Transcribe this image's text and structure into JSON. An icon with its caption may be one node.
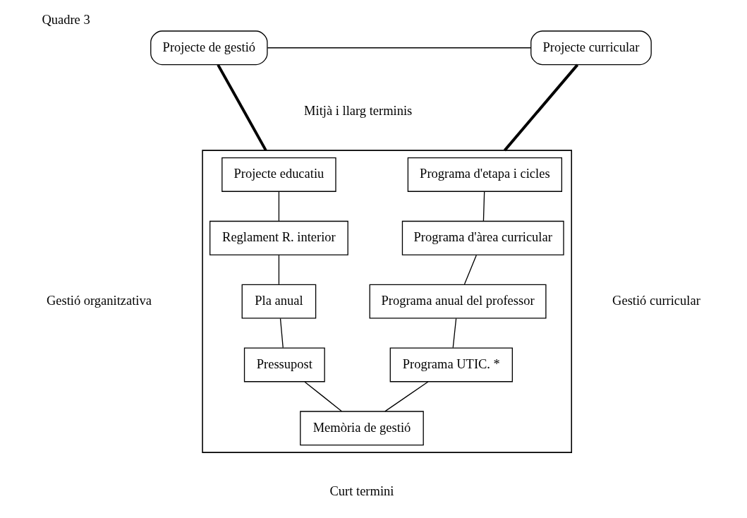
{
  "diagram": {
    "title": "Quadre 3",
    "nodes": [
      {
        "text": [
          "Projecte de gestió"
        ]
      },
      {
        "text": [
          "Projecte curricular"
        ]
      },
      {
        "text": [],
        "shape": "box"
      },
      {
        "text": [
          "Projecte educatiu"
        ],
        "in": 2
      },
      {
        "text": [
          "Programa d'etapa i cicles"
        ],
        "in": 2
      },
      {
        "text": [
          "Reglament R. interior"
        ],
        "in": 2
      },
      {
        "text": [
          "Programa d'àrea curricular"
        ],
        "in": 2
      },
      {
        "text": [
          "Pla anual"
        ],
        "in": 2
      },
      {
        "text": [
          "Programa anual del professor"
        ],
        "in": 2
      },
      {
        "text": [
          "Pressupost"
        ],
        "in": 2
      },
      {
        "text": [
          "Programa UTIC. *"
        ],
        "in": 2
      },
      {
        "text": [
          "Memòria de gestió"
        ],
        "in": 2
      }
    ],
    "edges": [
      {
        "from": 0,
        "to": 1,
        "arrow": "none"
      },
      {
        "from": 0,
        "to": 2,
        "arrow": "none",
        "style": "thick"
      },
      {
        "from": 1,
        "to": 2,
        "arrow": "none",
        "style": "thick"
      },
      {
        "from": 3,
        "to": 5,
        "arrow": "none"
      },
      {
        "from": 5,
        "to": 7,
        "arrow": "none"
      },
      {
        "from": 7,
        "to": 9,
        "arrow": "none"
      },
      {
        "from": 9,
        "to": 11,
        "arrow": "none"
      },
      {
        "from": 4,
        "to": 6,
        "arrow": "none"
      },
      {
        "from": 6,
        "to": 8,
        "arrow": "none"
      },
      {
        "from": 8,
        "to": 10,
        "arrow": "none"
      },
      {
        "from": 10,
        "to": 11,
        "arrow": "none"
      }
    ],
    "labels": [
      "Mitjà i llarg terminis",
      "Gestió organitzativa",
      "Gestió curricular",
      "Curt termini"
    ]
  }
}
